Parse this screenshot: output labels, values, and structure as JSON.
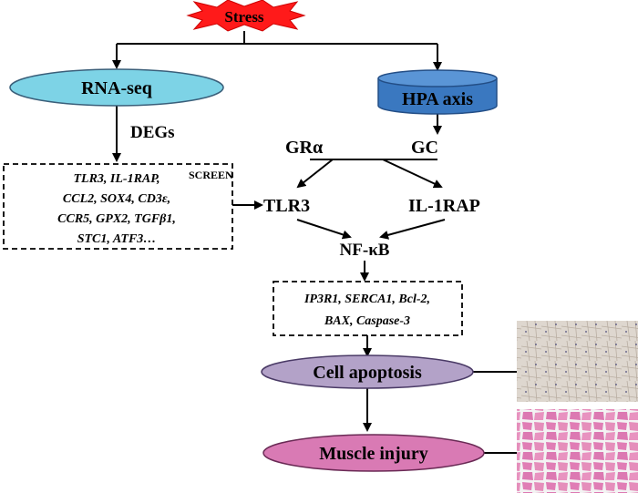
{
  "nodes": {
    "stress": "Stress",
    "rna_seq": "RNA-seq",
    "hpa_axis": "HPA axis",
    "degs": "DEGs",
    "gr_alpha": "GRα",
    "gc": "GC",
    "screen": "SCREEN",
    "tlr3": "TLR3",
    "il1rap": "IL-1RAP",
    "nfkb": "NF-κB",
    "cell_apoptosis": "Cell apoptosis",
    "muscle_injury": "Muscle injury"
  },
  "gene_box": {
    "lines": [
      "TLR3, IL-1RAP,",
      "CCL2, SOX4, CD3ε,",
      "CCR5, GPX2, TGFβ1,",
      "STC1, ATF3…"
    ]
  },
  "apoptosis_box": {
    "lines": [
      "IP3R1, SERCA1, Bcl-2,",
      "BAX, Caspase-3"
    ]
  },
  "colors": {
    "stress_burst": "#ff1a1a",
    "rna_seq_fill": "#7dd3e6",
    "hpa_fill": "#3a78c0",
    "hpa_top": "#5a95d6",
    "apoptosis_fill": "#b3a2c8",
    "muscle_fill": "#d97ab4",
    "tunel_bg": "#ded7cf",
    "he_bg": "#e58ebb"
  }
}
